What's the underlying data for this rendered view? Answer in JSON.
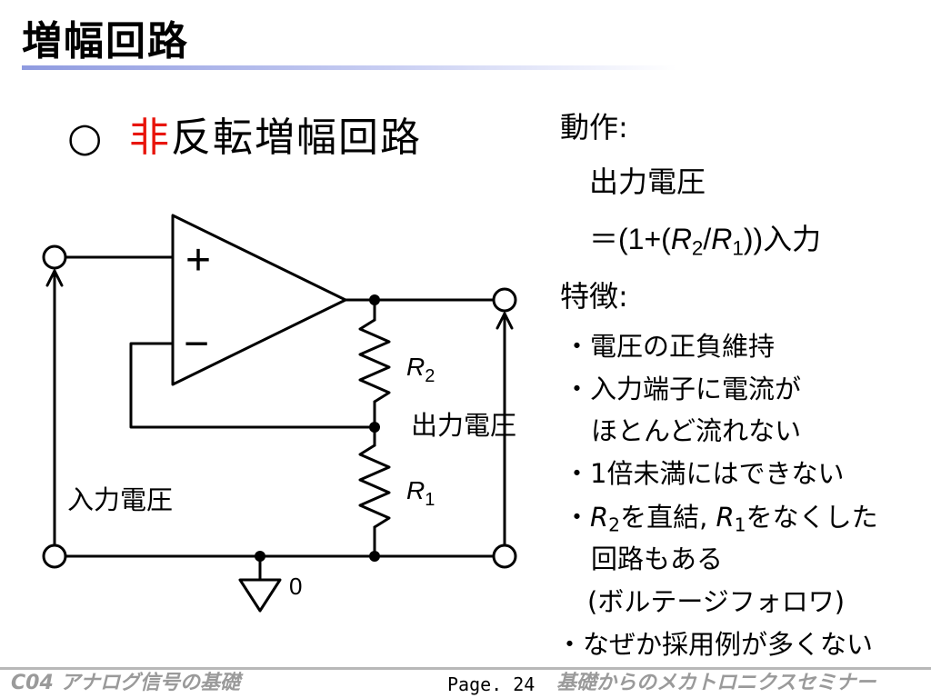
{
  "slide": {
    "title": "増幅回路"
  },
  "subtitle": {
    "bullet": "○",
    "highlight": "非",
    "rest": "反転増幅回路"
  },
  "circuit": {
    "plus_label": "+",
    "minus_label": "−",
    "r2_symbol": "R",
    "r2_index": "2",
    "r1_symbol": "R",
    "r1_index": "1",
    "output_label": "出力電圧",
    "input_label": "入力電圧",
    "ground_label": "0"
  },
  "operation": {
    "heading": "動作:",
    "line1": "出力電圧",
    "formula": {
      "part1": "＝(1+(",
      "r2": "R",
      "r2_index": "2",
      "slash": "/",
      "r1": "R",
      "r1_index": "1",
      "part2": "))入力"
    }
  },
  "features": {
    "heading": "特徴:",
    "item1": "・電圧の正負維持",
    "item2_line1": "・入力端子に電流が",
    "item2_line2": "ほとんど流れない",
    "item3": "・1倍未満にはできない",
    "item4": {
      "bullet": "・",
      "r2": "R",
      "r2_index": "2",
      "text1": "を直結, ",
      "r1": "R",
      "r1_index": "1",
      "text2": "をなくした"
    },
    "item4_line2": "回路もある",
    "item4_line3": "(ボルテージフォロワ)",
    "item5": "・なぜか採用例が多くない"
  },
  "footer": {
    "left": "C04 アナログ信号の基礎",
    "page": "Page. 24",
    "right": "基礎からのメカトロニクスセミナー"
  }
}
